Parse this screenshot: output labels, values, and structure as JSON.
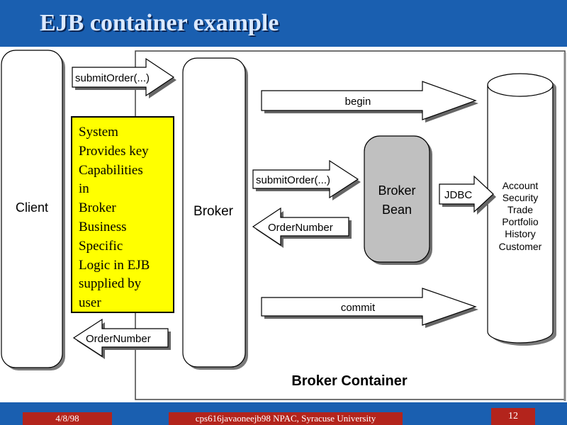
{
  "slide": {
    "title": "EJB container example",
    "footer": {
      "date": "4/8/98",
      "course": "cps616javaoneejb98   NPAC, Syracuse University",
      "page": "12"
    }
  },
  "diagram": {
    "client_label": "Client",
    "broker_label": "Broker",
    "broker_bean_label": [
      "Broker",
      "Bean"
    ],
    "container_label": "Broker Container",
    "database_items": [
      "Account",
      "Security",
      "Trade",
      "Portfolio",
      "History",
      "Customer"
    ],
    "arrows": {
      "client_submit": "submitOrder(...)",
      "client_ordernumber": "OrderNumber",
      "begin": "begin",
      "bean_submit": "submitOrder(...)",
      "bean_ordernumber": "OrderNumber",
      "jdbc": "JDBC",
      "commit": "commit"
    },
    "note_lines": [
      "System",
      "Provides key",
      "Capabilities",
      "in",
      "Broker",
      "Business",
      "Specific",
      "Logic in EJB",
      "supplied by",
      "user"
    ]
  }
}
